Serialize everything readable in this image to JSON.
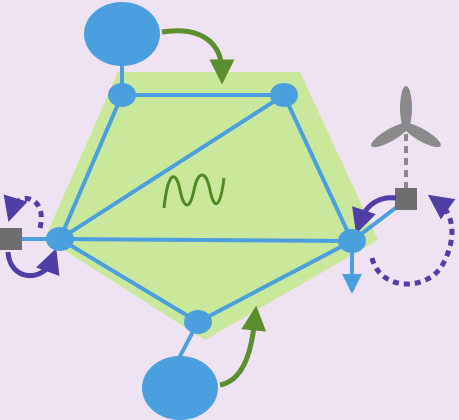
{
  "diagram": {
    "colors": {
      "background": "#efe3f3",
      "region_fill": "#c9e89c",
      "edge": "#4a9fdf",
      "node": "#4a9fdf",
      "green_arrow": "#5a8f2e",
      "purple_arrow": "#4f3ea6",
      "converter": "#6e6e6e",
      "turbine": "#8a8a8a",
      "ac_symbol": "#4d8a26"
    },
    "icons": {
      "ac_source": "sine-wave-icon",
      "wind_turbine": "wind-turbine-icon",
      "converter": "converter-square-icon"
    },
    "nodes": [
      "top-left",
      "top-right",
      "left",
      "right",
      "bottom"
    ],
    "edges": [
      [
        "top-left",
        "top-right"
      ],
      [
        "top-left",
        "left"
      ],
      [
        "top-right",
        "right"
      ],
      [
        "left",
        "top-right"
      ],
      [
        "left",
        "right"
      ],
      [
        "left",
        "bottom"
      ],
      [
        "bottom",
        "right"
      ]
    ],
    "external_units": [
      "top-generator",
      "bottom-generator"
    ]
  }
}
